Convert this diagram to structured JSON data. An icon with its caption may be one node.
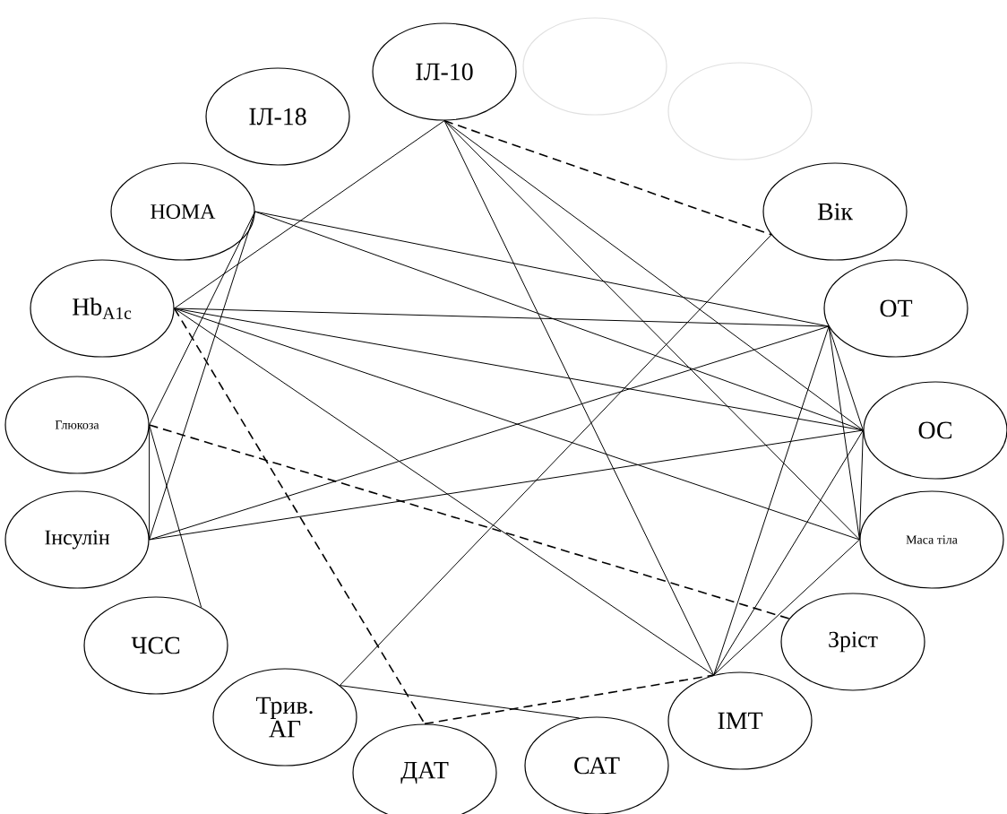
{
  "diagram": {
    "nodes": [
      {
        "text": [
          "ІЛ-10"
        ]
      },
      {
        "text": [
          "ІЛ-18"
        ]
      },
      {
        "text": [
          "HOMA"
        ]
      },
      {
        "text": [
          "Hb$_{A1c}$"
        ]
      },
      {
        "text": [
          "Глюкоза"
        ]
      },
      {
        "text": [
          "Інсулін"
        ]
      },
      {
        "text": [
          "ЧСС"
        ]
      },
      {
        "text": [
          "Трив. АГ"
        ]
      },
      {
        "text": [
          "ДАТ"
        ]
      },
      {
        "text": [
          "САТ"
        ]
      },
      {
        "text": [
          "ІМТ"
        ]
      },
      {
        "text": [
          "Зріст"
        ]
      },
      {
        "text": [
          "Маса тіла"
        ]
      },
      {
        "text": [
          "ОС"
        ]
      },
      {
        "text": [
          "ОТ"
        ]
      },
      {
        "text": [
          "Вік"
        ]
      },
      {
        "text": [],
        "shape": "ellipse"
      },
      {
        "text": [],
        "shape": "ellipse"
      }
    ],
    "edges": [
      {
        "from": 0,
        "to": 15,
        "arrow": "none",
        "style": "dashed"
      },
      {
        "from": 0,
        "to": 3,
        "arrow": "none"
      },
      {
        "from": 0,
        "to": 13,
        "arrow": "none"
      },
      {
        "from": 0,
        "to": 12,
        "arrow": "none"
      },
      {
        "from": 0,
        "to": 10,
        "arrow": "none"
      },
      {
        "from": 2,
        "to": 14,
        "arrow": "none"
      },
      {
        "from": 2,
        "to": 13,
        "arrow": "none"
      },
      {
        "from": 2,
        "to": 4,
        "arrow": "none"
      },
      {
        "from": 2,
        "to": 5,
        "arrow": "none"
      },
      {
        "from": 3,
        "to": 14,
        "arrow": "none"
      },
      {
        "from": 3,
        "to": 13,
        "arrow": "none"
      },
      {
        "from": 3,
        "to": 12,
        "arrow": "none"
      },
      {
        "from": 3,
        "to": 10,
        "arrow": "none"
      },
      {
        "from": 3,
        "to": 8,
        "arrow": "none",
        "style": "dashed"
      },
      {
        "from": 4,
        "to": 5,
        "arrow": "none"
      },
      {
        "from": 4,
        "to": 6,
        "arrow": "none"
      },
      {
        "from": 4,
        "to": 11,
        "arrow": "none",
        "style": "dashed"
      },
      {
        "from": 5,
        "to": 14,
        "arrow": "none"
      },
      {
        "from": 5,
        "to": 13,
        "arrow": "none"
      },
      {
        "from": 7,
        "to": 15,
        "arrow": "none"
      },
      {
        "from": 7,
        "to": 9,
        "arrow": "none"
      },
      {
        "from": 8,
        "to": 10,
        "arrow": "none",
        "style": "dashed"
      },
      {
        "from": 14,
        "to": 13,
        "arrow": "none"
      },
      {
        "from": 14,
        "to": 12,
        "arrow": "none"
      },
      {
        "from": 14,
        "to": 10,
        "arrow": "none"
      },
      {
        "from": 13,
        "to": 12,
        "arrow": "none"
      },
      {
        "from": 13,
        "to": 10,
        "arrow": "none"
      },
      {
        "from": 12,
        "to": 10,
        "arrow": "none"
      }
    ]
  }
}
